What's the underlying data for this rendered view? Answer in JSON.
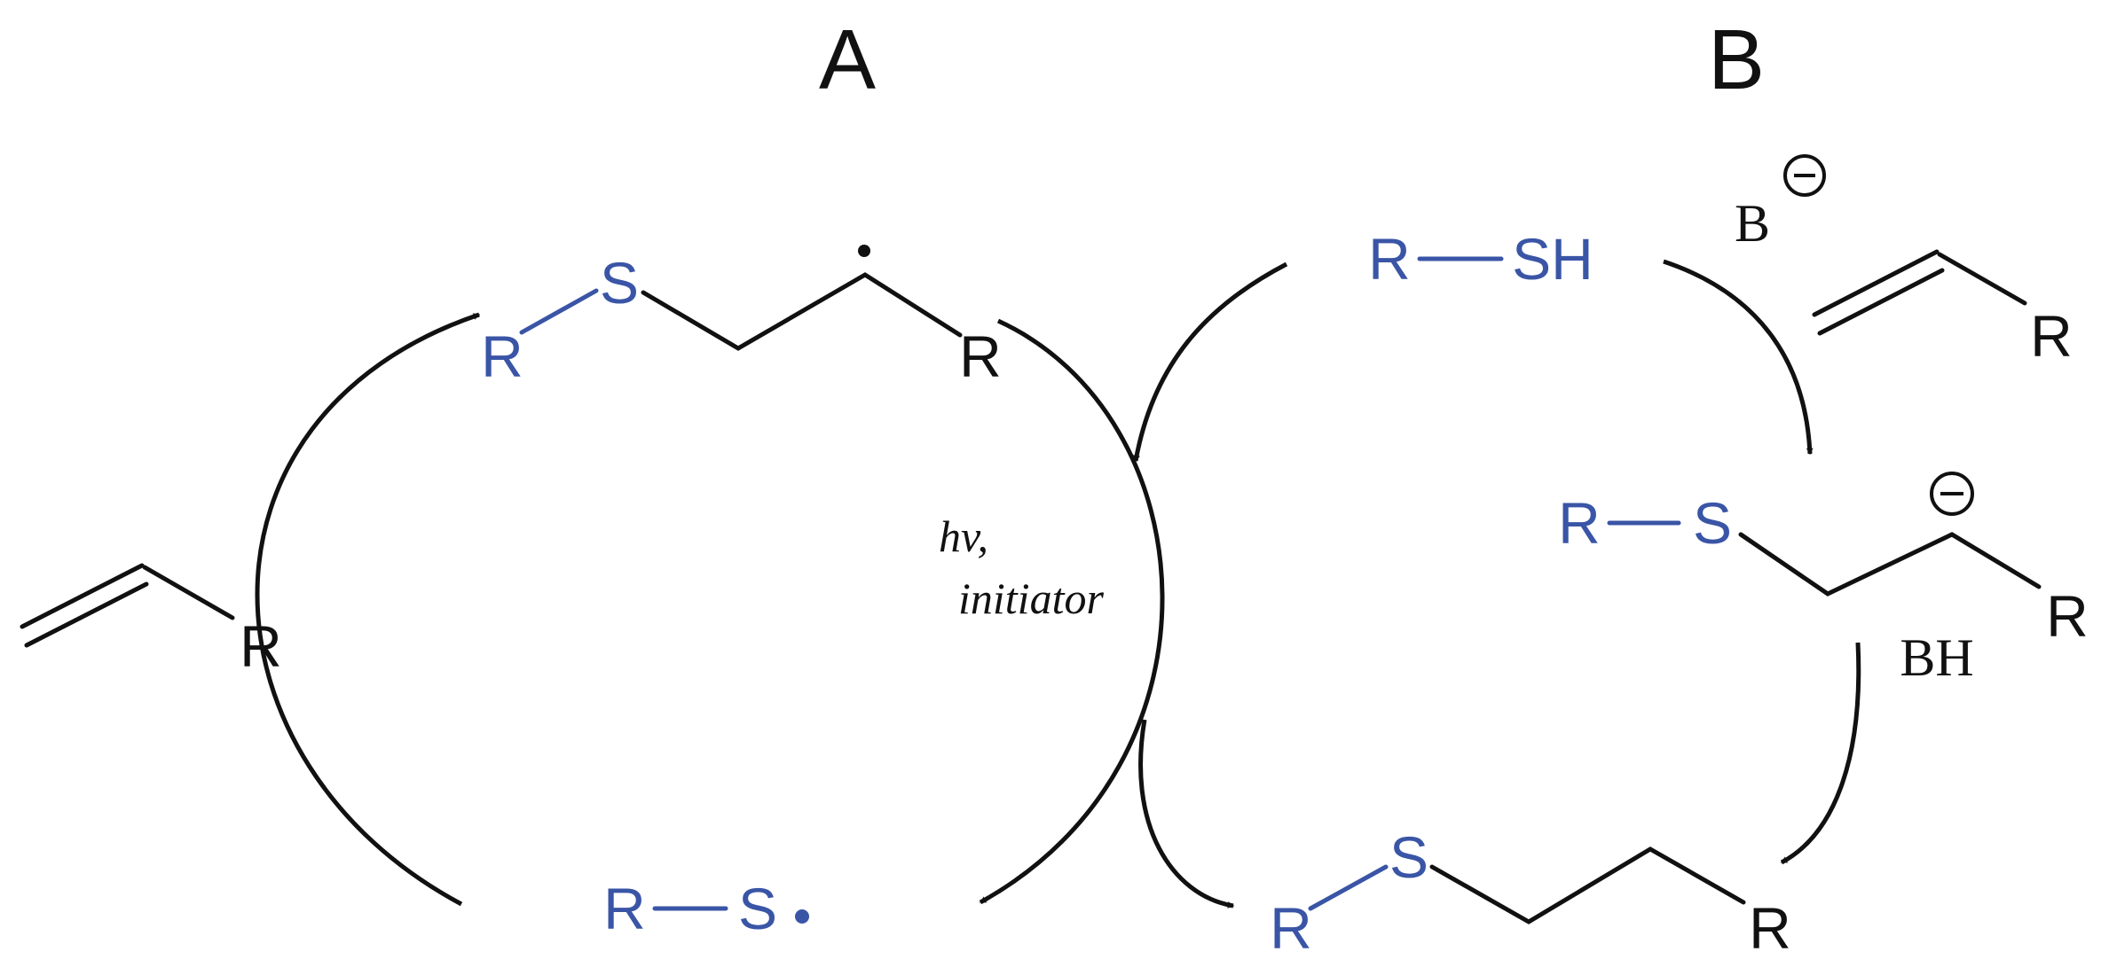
{
  "panels": {
    "a": "A",
    "b": "B"
  },
  "atoms": {
    "r": "R",
    "s": "S",
    "sh": "SH",
    "b": "B",
    "bh": "BH",
    "minus": "−"
  },
  "conditions": {
    "line1": "hv,",
    "line2": "initiator"
  },
  "colors": {
    "thiol": "#3a55a6",
    "ink": "#111111"
  }
}
